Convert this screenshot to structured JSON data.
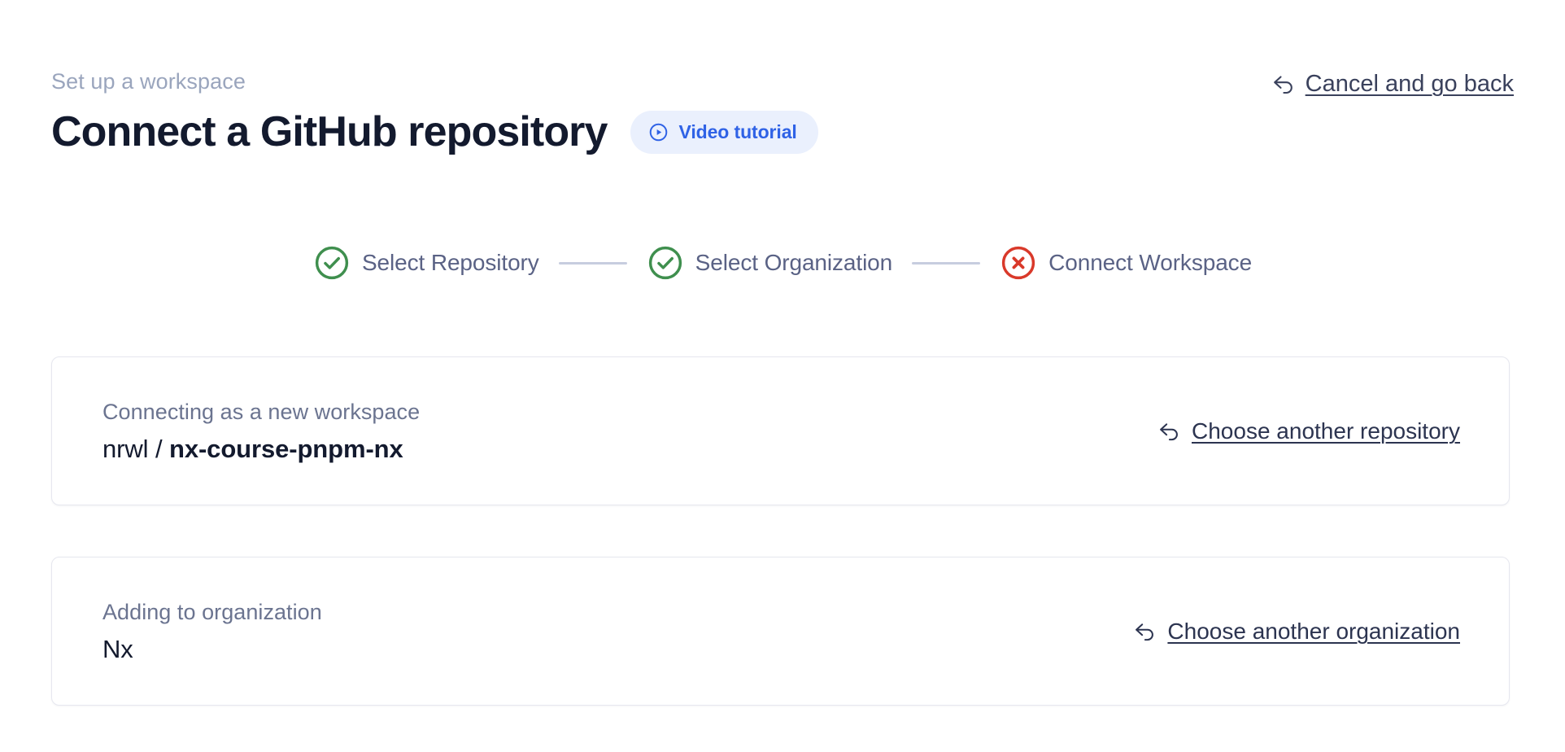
{
  "header": {
    "eyebrow": "Set up a workspace",
    "title": "Connect a GitHub repository",
    "video_tutorial_label": "Video tutorial",
    "video_tutorial_icon": "play-circle-icon",
    "cancel_label": "Cancel and go back",
    "cancel_icon": "back-arrow-icon"
  },
  "colors": {
    "accent_blue": "#2f62e6",
    "pill_background": "#eaf0fd",
    "success_green": "#3f8f4e",
    "error_red": "#d9392a",
    "connector_gray": "#c7cddf",
    "title_dark": "#131a2e",
    "muted_text": "#6b7490",
    "eyebrow_text": "#9aa5bd",
    "card_border": "#e6e7ef"
  },
  "stepper": {
    "steps": [
      {
        "label": "Select Repository",
        "status": "complete",
        "icon": "check-circle-icon"
      },
      {
        "label": "Select Organization",
        "status": "complete",
        "icon": "check-circle-icon"
      },
      {
        "label": "Connect Workspace",
        "status": "error",
        "icon": "x-circle-icon"
      }
    ]
  },
  "cards": [
    {
      "caption": "Connecting as a new workspace",
      "value_prefix": "nrwl / ",
      "value_strong": "nx-course-pnpm-nx",
      "link_label": "Choose another repository",
      "link_icon": "back-arrow-icon"
    },
    {
      "caption": "Adding to organization",
      "value_prefix": "Nx",
      "value_strong": "",
      "link_label": "Choose another organization",
      "link_icon": "back-arrow-icon"
    }
  ]
}
